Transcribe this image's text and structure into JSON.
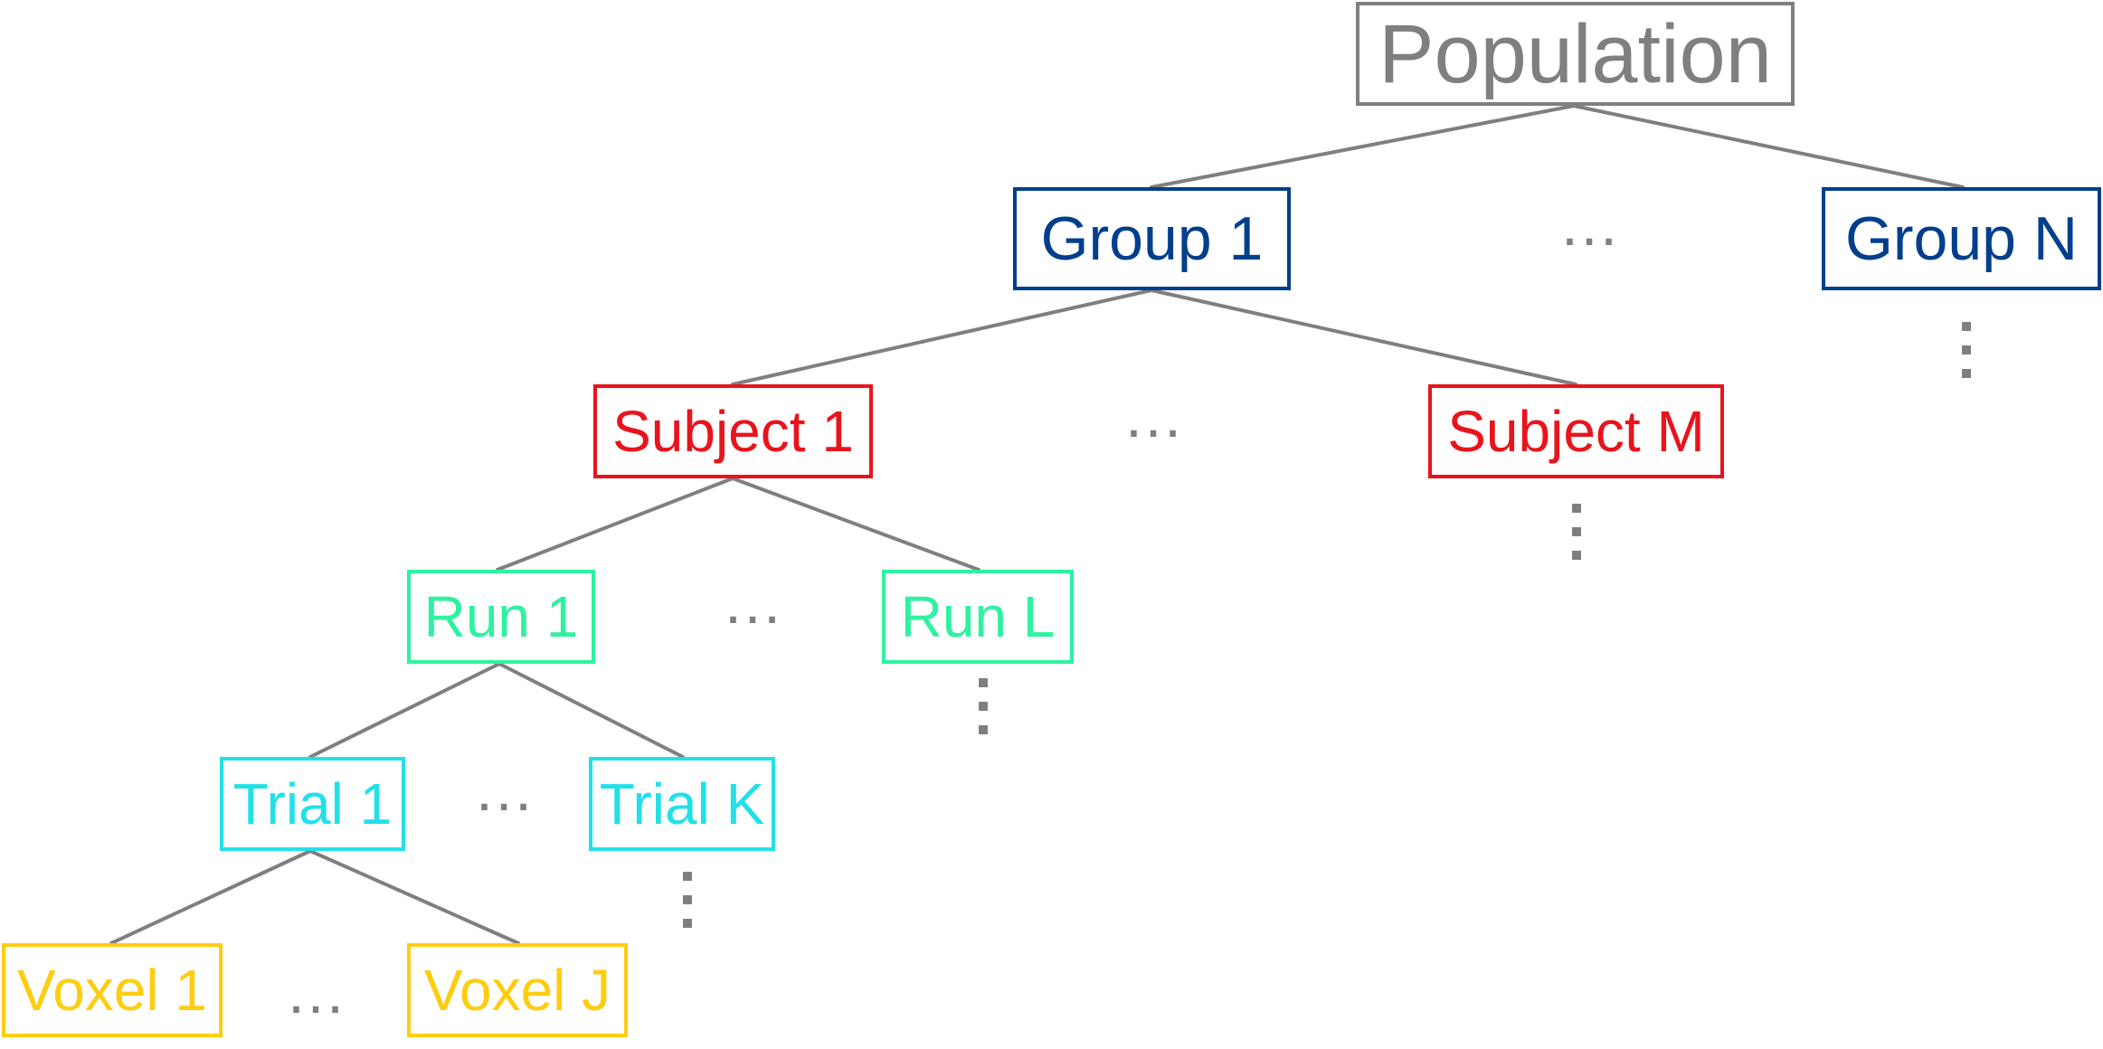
{
  "colors": {
    "line": "#7f7f7f",
    "population": "#7f7f7f",
    "group": "#003f8c",
    "subject": "#e8141c",
    "run": "#2ef2a0",
    "trial": "#22e0e8",
    "voxel": "#ffcc10"
  },
  "nodes": {
    "population": "Population",
    "group_1": "Group 1",
    "group_n": "Group N",
    "subject_1": "Subject 1",
    "subject_m": "Subject M",
    "run_1": "Run 1",
    "run_l": "Run L",
    "trial_1": "Trial 1",
    "trial_k": "Trial K",
    "voxel_1": "Voxel 1",
    "voxel_j": "Voxel J"
  },
  "ellipsis": "…"
}
